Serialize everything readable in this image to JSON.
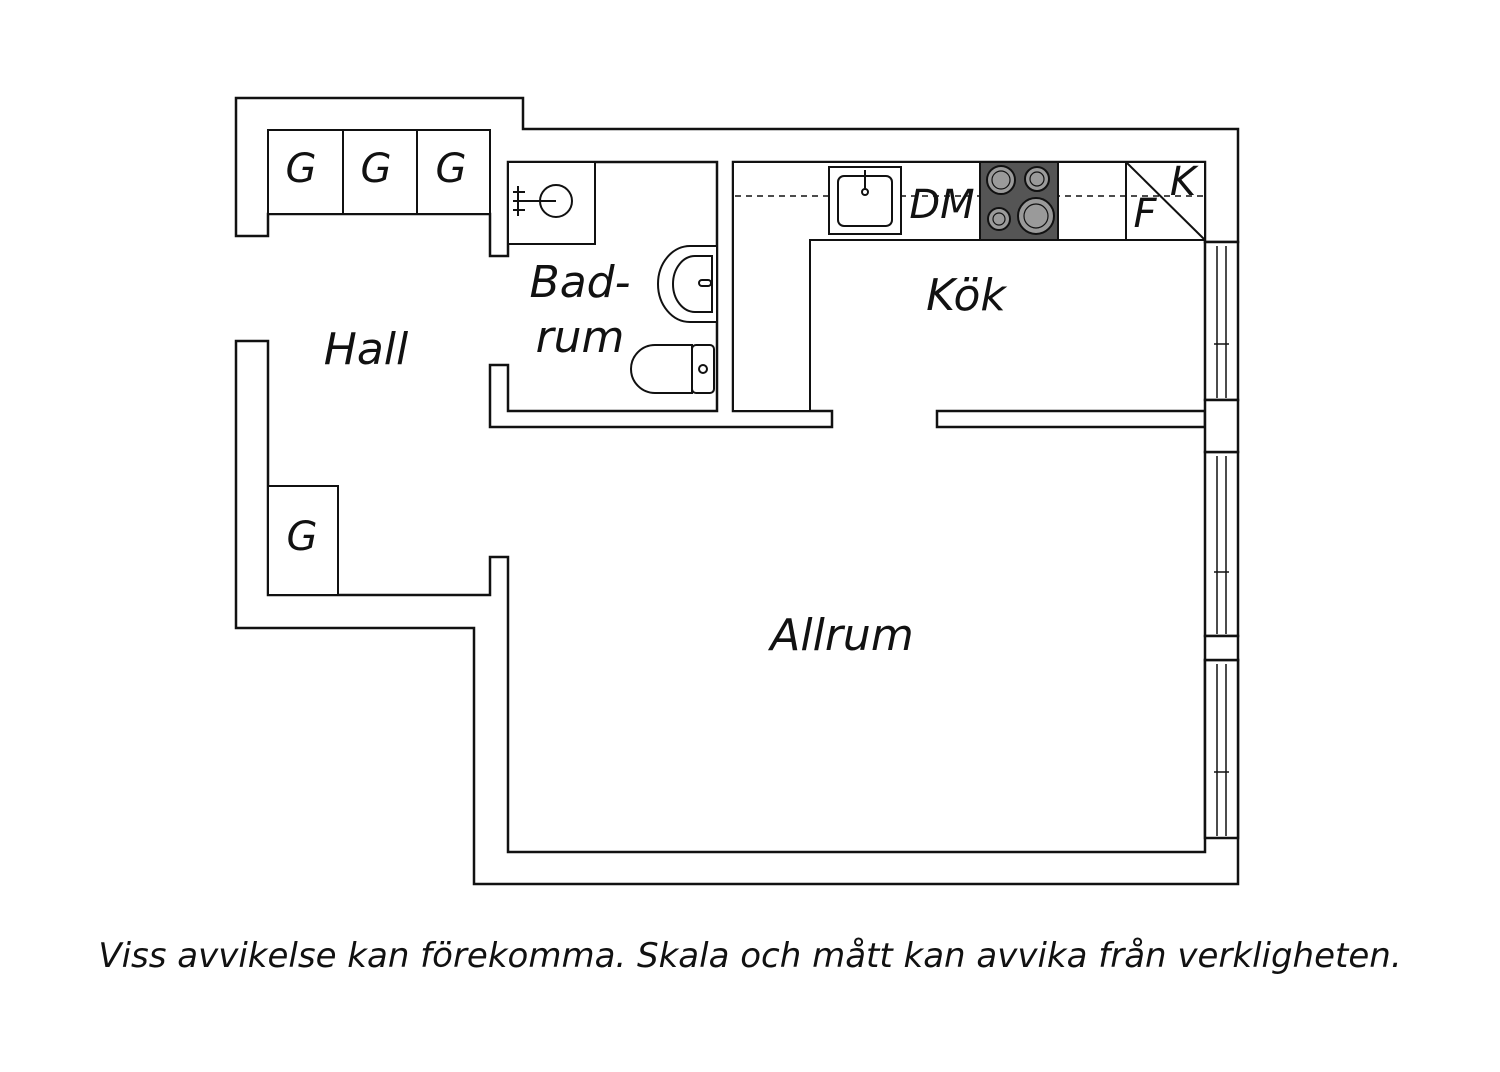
{
  "rooms": {
    "hall": "Hall",
    "bathroom_line1": "Bad-",
    "bathroom_line2": "rum",
    "kitchen": "Kök",
    "living": "Allrum"
  },
  "closets": {
    "top": [
      "G",
      "G",
      "G"
    ],
    "side": "G"
  },
  "appliances": {
    "dishwasher": "DM",
    "fridge": "F",
    "freezer": "K"
  },
  "disclaimer": "Viss avvikelse kan förekomma. Skala och mått kan avvika från verkligheten.",
  "colors": {
    "wall": "#ffffff",
    "line": "#111111",
    "stove": "#555555"
  }
}
